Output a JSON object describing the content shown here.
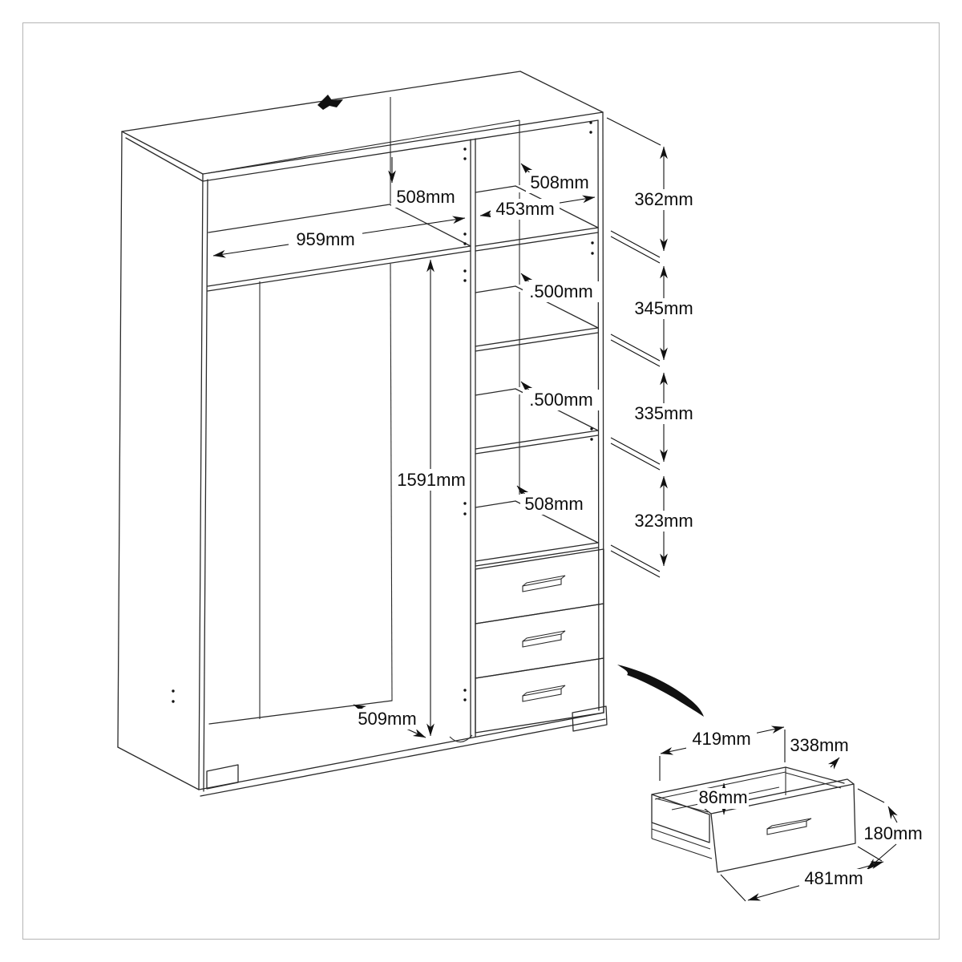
{
  "page": {
    "title": "Wardrobe interior dimensions diagram",
    "units": "mm"
  },
  "wardrobe": {
    "top_shelf": {
      "width": "959mm",
      "depth": "508mm"
    },
    "left_section": {
      "hanging_height": "1591mm",
      "floor_depth": "509mm"
    },
    "right_section": {
      "inner_width": "453mm",
      "top_depth": "508mm",
      "shelf_depths": [
        ".500mm",
        ".500mm",
        "508mm"
      ],
      "compartment_heights": [
        "362mm",
        "345mm",
        "335mm",
        "323mm"
      ]
    }
  },
  "drawer_detail": {
    "back_width": "419mm",
    "depth": "338mm",
    "side_height": "86mm",
    "front_height": "180mm",
    "front_width": "481mm"
  }
}
